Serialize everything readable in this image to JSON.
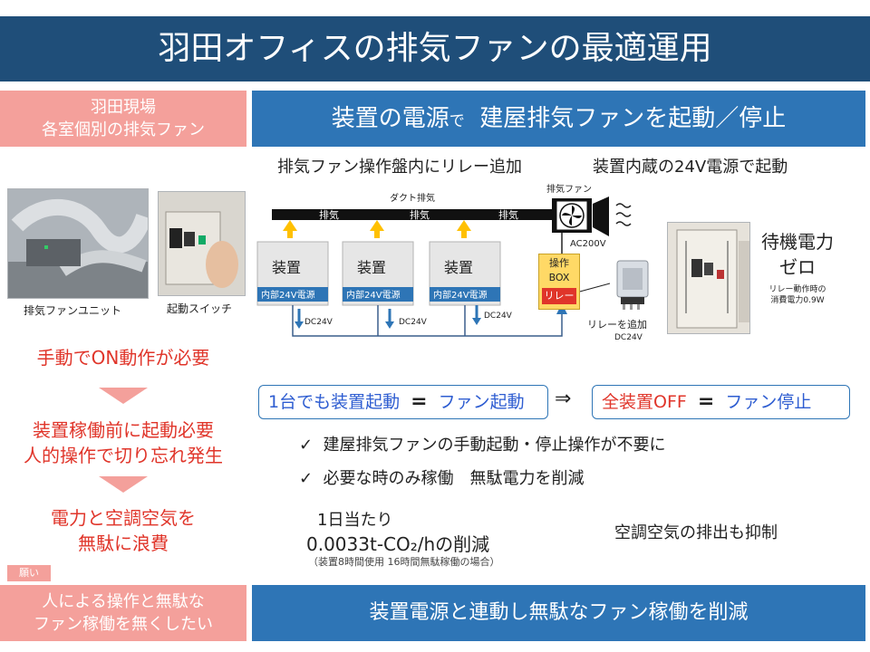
{
  "title": "羽田オフィスの排気ファンの最適運用",
  "left": {
    "header_line1": "羽田現場",
    "header_line2": "各室個別の排気ファン",
    "caption_fan": "排気ファンユニット",
    "caption_switch": "起動スイッチ",
    "problem_1": "手動でON動作が必要",
    "problem_2_line1": "装置稼働前に起動必要",
    "problem_2_line2": "人的操作で切り忘れ発生",
    "problem_3_line1": "電力と空調空気を",
    "problem_3_line2": "無駄に浪費",
    "wish_tag": "願い",
    "footer_line1": "人による操作と無駄な",
    "footer_line2": "ファン稼働を無くしたい"
  },
  "right": {
    "header_main": "装置の電源",
    "header_small": "で",
    "header_main2": "建屋排気ファンを起動／停止",
    "sub_relay": "排気ファン操作盤内にリレー追加",
    "sub_24v": "装置内蔵の24V電源で起動",
    "footer": "装置電源と連動し無駄なファン稼働を削減"
  },
  "diagram": {
    "duct_label": "ダクト排気",
    "exhaust_label": "排気",
    "device_label": "装置",
    "internal_power": "内部24V電源",
    "dc24v": "DC24V",
    "fan_caption": "排気ファン",
    "ac200v": "AC200V",
    "op_label_1": "操作",
    "op_label_2": "BOX",
    "relay_label": "リレー",
    "relay_caption": "リレーを追加",
    "relay_dc24v": "DC24V"
  },
  "standby": {
    "title_line1": "待機電力",
    "title_line2": "ゼロ",
    "note_line1": "リレー動作時の",
    "note_line2": "消費電力0.9W"
  },
  "equation": {
    "left_a": "1台でも装置起動",
    "left_eq": "=",
    "left_b": "ファン起動",
    "implies": "⇒",
    "right_a": "全装置OFF",
    "right_eq": "=",
    "right_b": "ファン停止"
  },
  "benefits": {
    "check_1": "建屋排気ファンの手動起動・停止操作が不要に",
    "check_2": "必要な時のみ稼働　無駄電力を削減",
    "co2_line1": "1日当たり",
    "co2_line2": "0.0033t-CO₂/hの削減",
    "co2_note": "（装置8時間使用 16時間無駄稼働の場合）",
    "air_note": "空調空気の排出も抑制"
  },
  "colors": {
    "title_bg": "#1f4e79",
    "pink": "#f4a09b",
    "blue": "#2e75b6",
    "red_text": "#e0352a",
    "arrow_yellow": "#ffc000",
    "relay_box": "#ffd966"
  }
}
